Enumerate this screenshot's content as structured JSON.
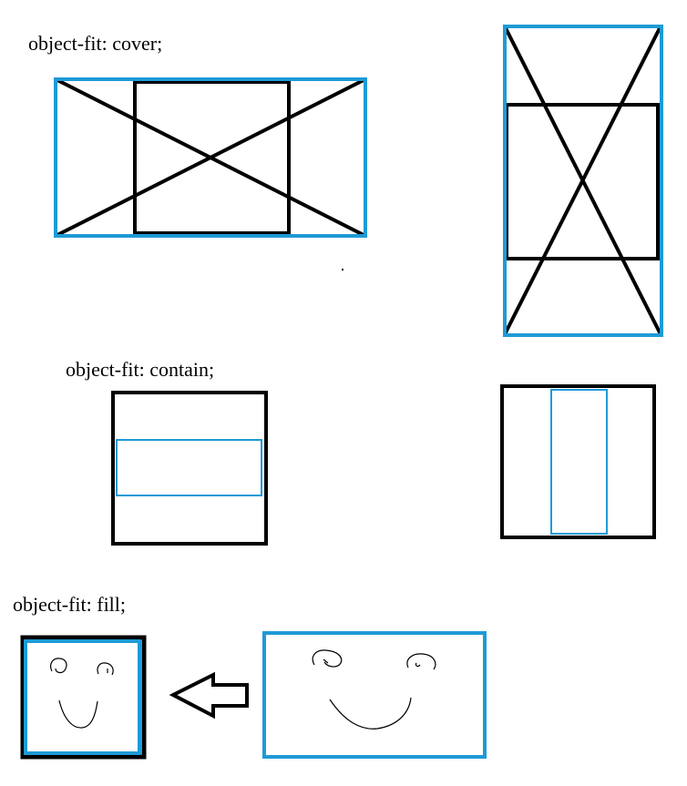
{
  "labels": {
    "cover": "object-fit: cover;",
    "contain": "object-fit: contain;",
    "fill": "object-fit: fill;"
  },
  "colors": {
    "container": "#1e9ad6",
    "image": "#000000",
    "background": "#ffffff"
  },
  "icons": {
    "arrow": "left-arrow-icon",
    "face": "smiley-face-sketch"
  }
}
